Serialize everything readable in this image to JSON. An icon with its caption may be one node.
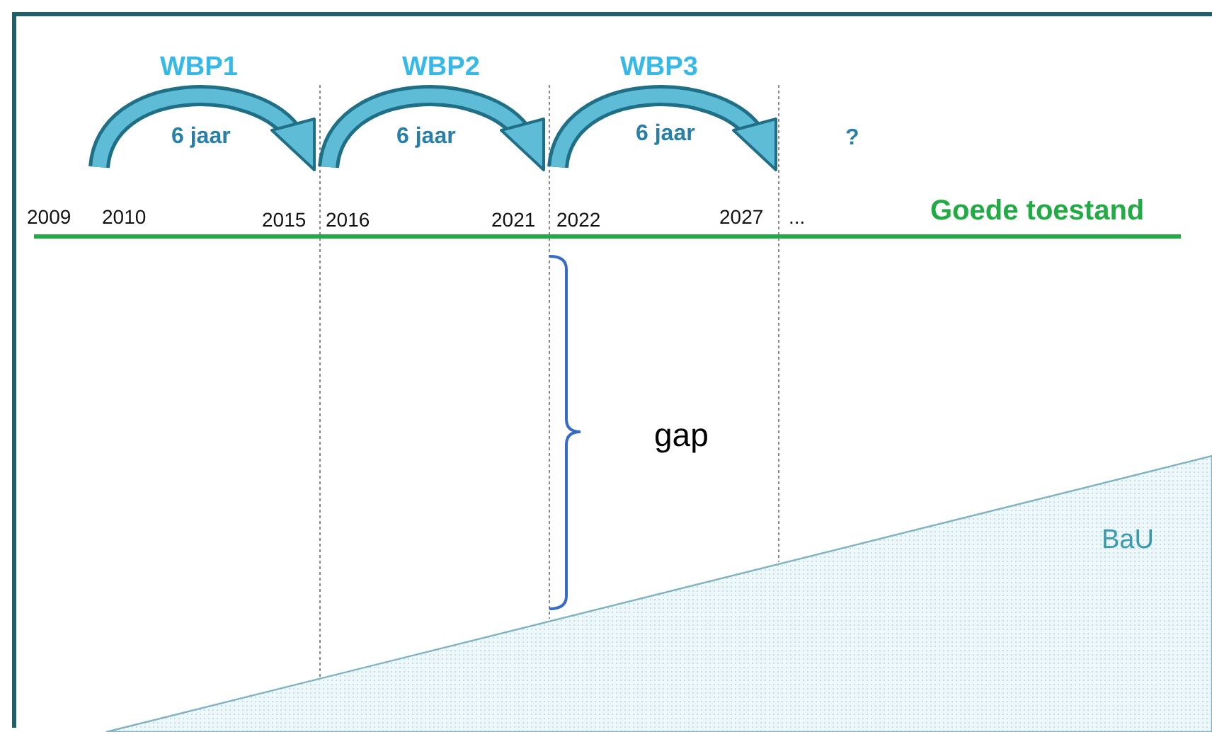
{
  "diagram": {
    "labels": [
      "WBP1",
      "WBP2",
      "WBP3",
      "6 jaar",
      "6 jaar",
      "6 jaar",
      "?",
      "2009",
      "2010",
      "2015",
      "2016",
      "2021",
      "2022",
      "2027",
      "...",
      "Goede toestand",
      "gap",
      "BaU"
    ]
  }
}
